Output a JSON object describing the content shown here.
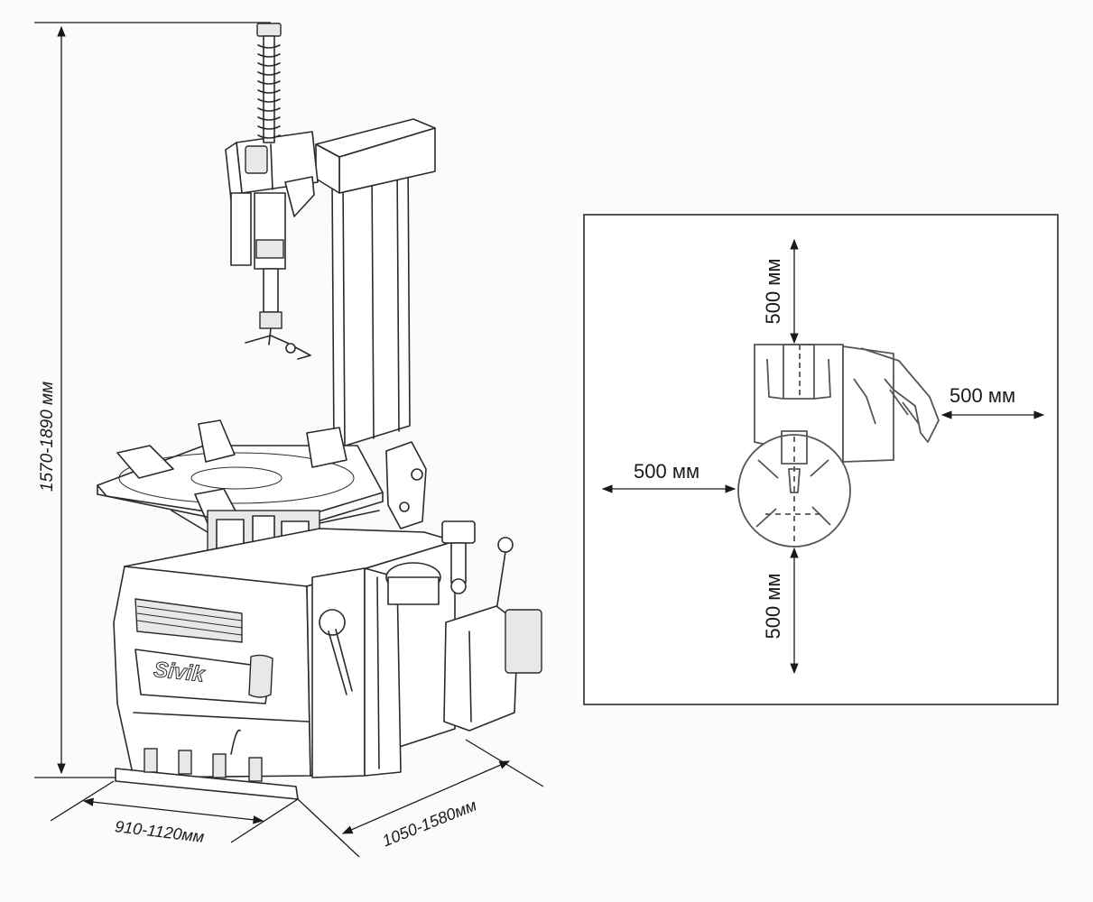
{
  "dimensions": {
    "height": "1570-1890 мм",
    "width": "910-1120мм",
    "depth": "1050-1580мм"
  },
  "clearance": {
    "top": "500 мм",
    "right": "500 мм",
    "left": "500 мм",
    "bottom": "500 мм"
  },
  "brand": {
    "logo": "Sivik"
  },
  "colors": {
    "line": "#2a2a2a",
    "background": "#fbfbfb"
  }
}
